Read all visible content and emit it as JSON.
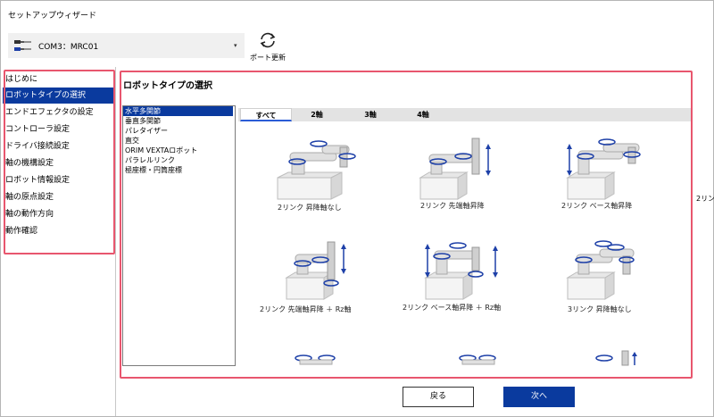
{
  "window": {
    "title": "セットアップウィザード"
  },
  "toolbar": {
    "port_label": "COM3：MRC01",
    "port_icon": "usb-connector-icon",
    "refresh_label": "ポート更新",
    "refresh_icon": "refresh-arrows-icon"
  },
  "sidebar": {
    "items": [
      {
        "label": "はじめに",
        "selected": false
      },
      {
        "label": "ロボットタイプの選択",
        "selected": true
      },
      {
        "label": "エンドエフェクタの設定",
        "selected": false
      },
      {
        "label": "コントローラ設定",
        "selected": false
      },
      {
        "label": "ドライバ接続設定",
        "selected": false
      },
      {
        "label": "軸の機構設定",
        "selected": false
      },
      {
        "label": "ロボット情報設定",
        "selected": false
      },
      {
        "label": "軸の原点設定",
        "selected": false
      },
      {
        "label": "軸の動作方向",
        "selected": false
      },
      {
        "label": "動作確認",
        "selected": false
      }
    ]
  },
  "main": {
    "title": "ロボットタイプの選択",
    "types": [
      {
        "label": "水平多関節",
        "selected": true
      },
      {
        "label": "垂直多関節",
        "selected": false
      },
      {
        "label": "パレタイザー",
        "selected": false
      },
      {
        "label": "直交",
        "selected": false
      },
      {
        "label": "ORIM VEXTAロボット",
        "selected": false
      },
      {
        "label": "パラレルリンク",
        "selected": false
      },
      {
        "label": "極座標・円筒座標",
        "selected": false
      }
    ],
    "tabs": [
      {
        "label": "すべて",
        "active": true
      },
      {
        "label": "2軸",
        "active": false
      },
      {
        "label": "3軸",
        "active": false
      },
      {
        "label": "4軸",
        "active": false
      }
    ],
    "robots": [
      {
        "label": "2リンク 昇降軸なし"
      },
      {
        "label": "2リンク 先端軸昇降"
      },
      {
        "label": "2リンク ベース軸昇降"
      },
      {
        "label": "2リンク 先端軸昇降 ＋ Rz軸"
      },
      {
        "label": "2リンク ベース軸昇降 ＋ Rz軸"
      },
      {
        "label": "3リンク 昇降軸なし"
      }
    ],
    "edge_label": "2リン"
  },
  "footer": {
    "back_label": "戻る",
    "next_label": "次へ"
  },
  "colors": {
    "accent": "#0a3a9e",
    "highlight_border": "#e8566e",
    "arrow_blue": "#1e40a8"
  }
}
